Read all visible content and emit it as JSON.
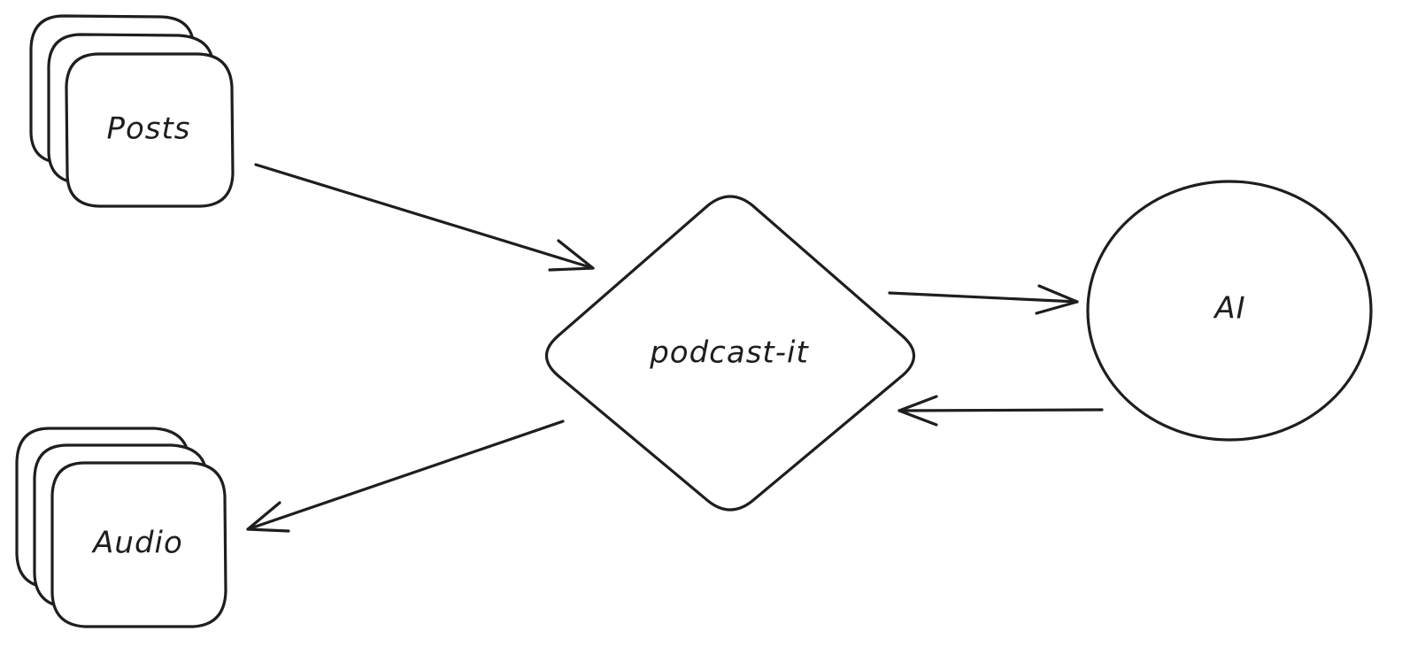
{
  "diagram": {
    "nodes": [
      {
        "id": "posts",
        "label": "Posts",
        "shape": "stacked-rounded-rect"
      },
      {
        "id": "podcast-it",
        "label": "podcast-it",
        "shape": "diamond"
      },
      {
        "id": "ai",
        "label": "AI",
        "shape": "circle"
      },
      {
        "id": "audio",
        "label": "Audio",
        "shape": "stacked-rounded-rect"
      }
    ],
    "edges": [
      {
        "from": "posts",
        "to": "podcast-it"
      },
      {
        "from": "podcast-it",
        "to": "ai"
      },
      {
        "from": "ai",
        "to": "podcast-it"
      },
      {
        "from": "podcast-it",
        "to": "audio"
      }
    ],
    "stroke_color": "#1e1e1e",
    "background_color": "#ffffff"
  }
}
